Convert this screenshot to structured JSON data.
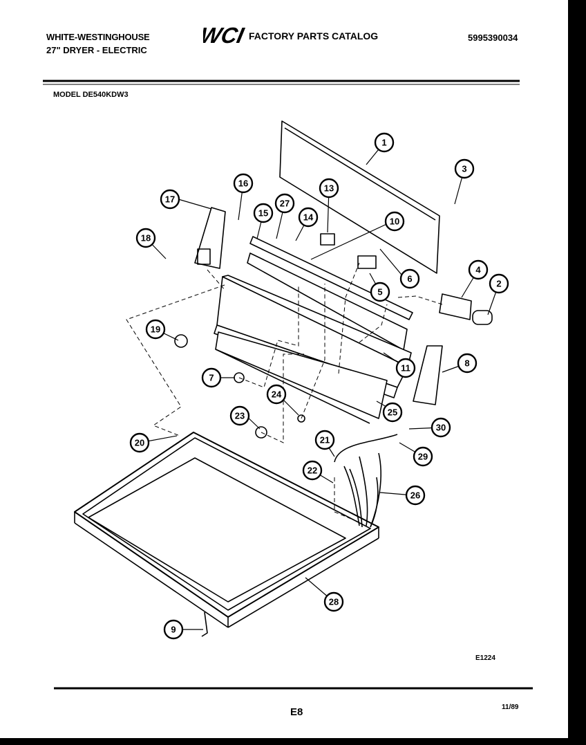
{
  "header": {
    "brand_line1": "WHITE-WESTINGHOUSE",
    "brand_line2": "27\" DRYER - ELECTRIC",
    "logo_text": "WCI",
    "catalog_title": "FACTORY PARTS CATALOG",
    "part_number": "5995390034",
    "model_label": "MODEL DE540KDW3"
  },
  "diagram": {
    "code": "E1224",
    "callouts": [
      "1",
      "2",
      "3",
      "4",
      "5",
      "6",
      "7",
      "8",
      "9",
      "10",
      "11",
      "13",
      "14",
      "15",
      "16",
      "17",
      "18",
      "19",
      "20",
      "21",
      "22",
      "23",
      "24",
      "25",
      "26",
      "27",
      "28",
      "29",
      "30"
    ]
  },
  "footer": {
    "page_label": "E8",
    "date": "11/89"
  }
}
